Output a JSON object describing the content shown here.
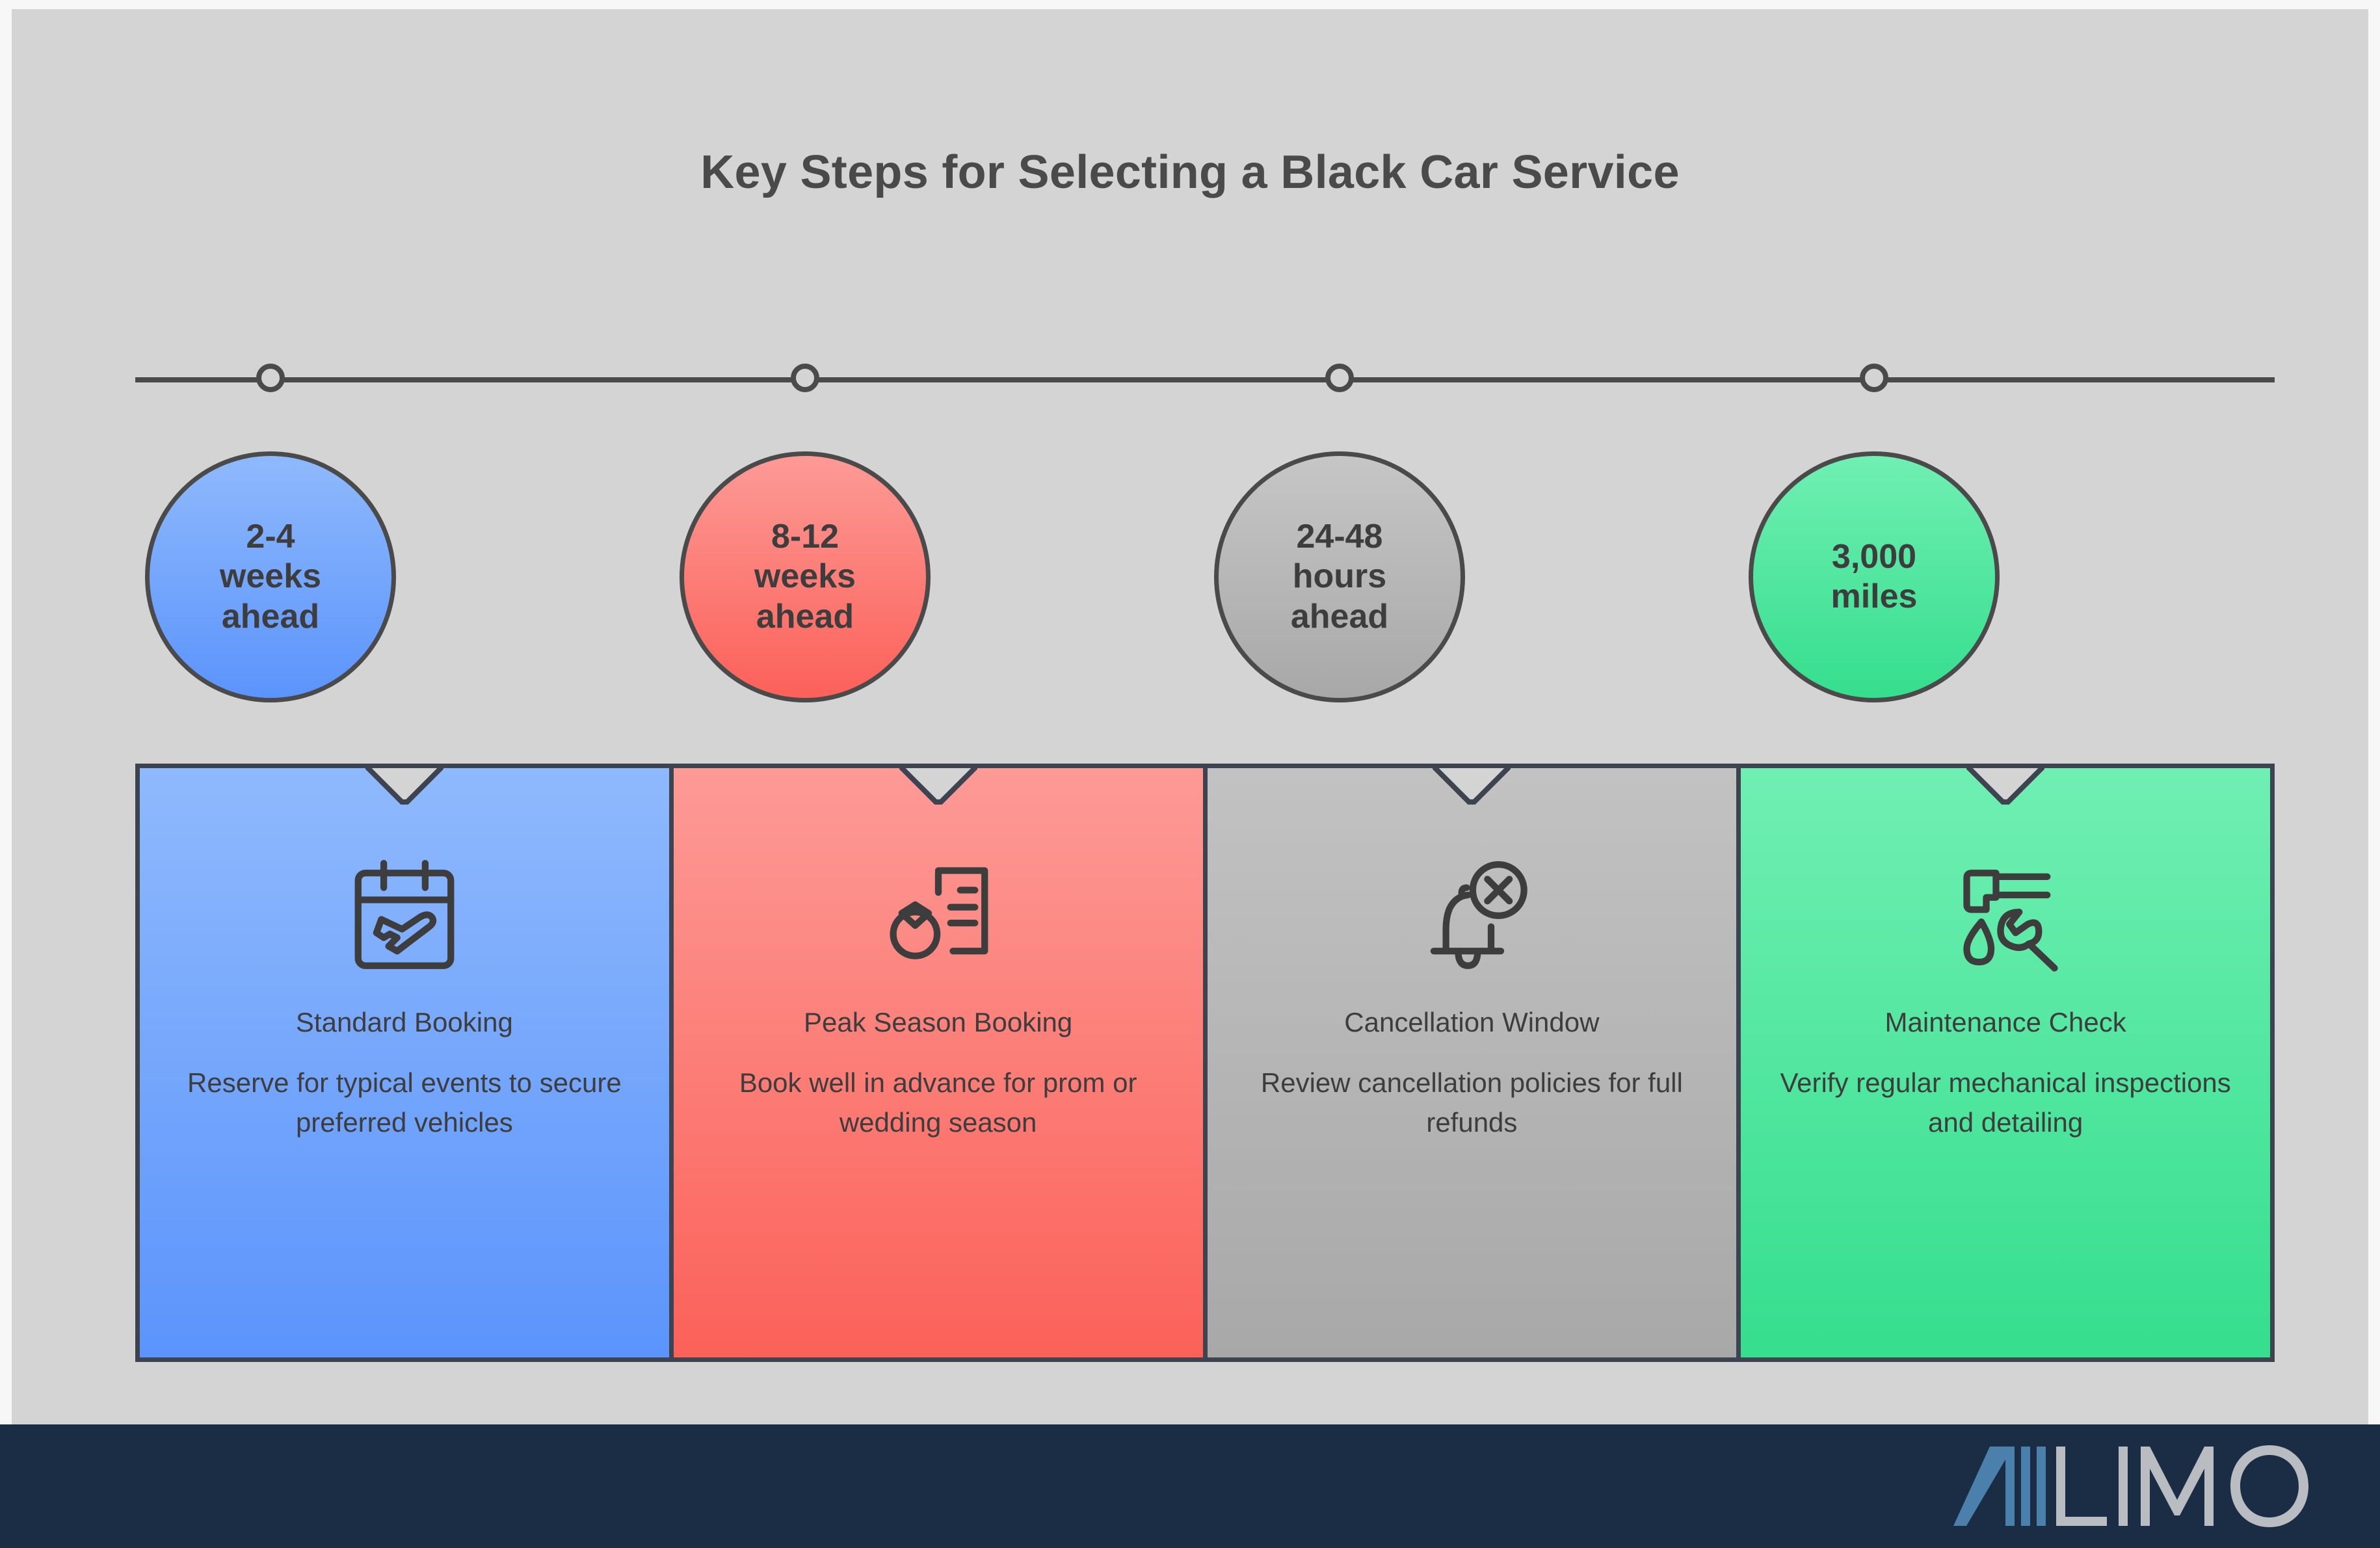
{
  "page": {
    "background_color": "#d4d4d4",
    "frame_color": "#f7f7f7",
    "ink_color": "#3d3d3d"
  },
  "header": {
    "title": "Key Steps for Selecting a Black Car Service"
  },
  "timeline": {
    "node_count": 4,
    "line_color": "#4a4a4a"
  },
  "steps": [
    {
      "badge": "2-4\nweeks\nahead",
      "badge_line1": "2-4",
      "badge_line2": "weeks",
      "badge_line3": "ahead",
      "title": "Standard Booking",
      "description": "Reserve for typical events to secure preferred vehicles",
      "icon": "calendar-airplane-icon",
      "color": "#5b94fb",
      "color_top": "#8fb9fd"
    },
    {
      "badge": "8-12\nweeks\nahead",
      "badge_line1": "8-12",
      "badge_line2": "weeks",
      "badge_line3": "ahead",
      "title": "Peak Season Booking",
      "description": "Book well in advance for prom or wedding season",
      "icon": "ring-document-icon",
      "color": "#fb6159",
      "color_top": "#fd9a96"
    },
    {
      "badge": "24-48\nhours\nahead",
      "badge_line1": "24-48",
      "badge_line2": "hours",
      "badge_line3": "ahead",
      "title": "Cancellation Window",
      "description": "Review cancellation policies for full refunds",
      "icon": "bell-cancel-icon",
      "color": "#a8a8a8",
      "color_top": "#c6c6c6"
    },
    {
      "badge": "3,000\nmiles",
      "badge_line1": "3,000",
      "badge_line2": "miles",
      "badge_line3": "",
      "title": "Maintenance Check",
      "description": "Verify regular mechanical inspections and detailing",
      "icon": "faucet-wrench-drop-icon",
      "color": "#35de8d",
      "color_top": "#70efb3"
    }
  ],
  "footer": {
    "background_color": "#1b2d45",
    "logo": {
      "part_one": "AVI",
      "part_two": "LIMO",
      "part_one_color": "#4a80ab",
      "part_two_color": "#b9bdc2"
    }
  }
}
